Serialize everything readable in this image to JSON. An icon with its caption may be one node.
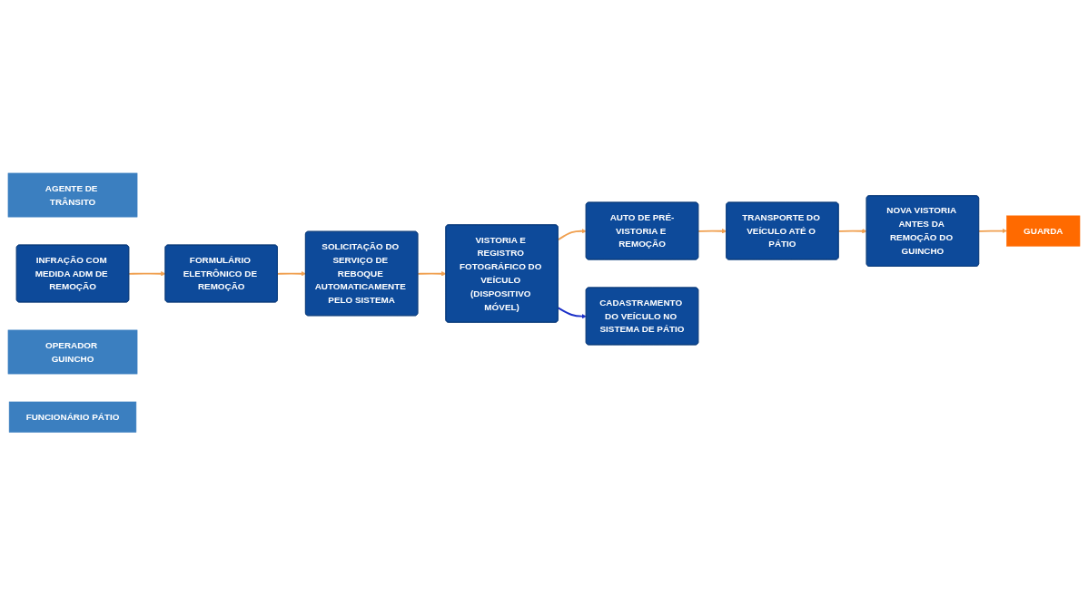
{
  "diagram": {
    "nodes": [
      {
        "text": [
          "AGENTE DE TRÂNSITO"
        ]
      },
      {
        "text": [
          "INFRAÇÃO COM MEDIDA ADM DE REMOÇÃO"
        ]
      },
      {
        "text": [
          "FORMULÁRIO ELETRÔNICO DE REMOÇÃO"
        ]
      },
      {
        "text": [
          "SOLICITAÇÃO DO SERVIÇO DE REBOQUE AUTOMATICAMENTE PELO SISTEMA"
        ]
      },
      {
        "text": [
          "OPERADOR GUINCHO"
        ]
      },
      {
        "text": [
          "VISTORIA E REGISTRO FOTOGRÁFICO DO VEÍCULO (DISPOSITIVO MÓVEL)"
        ]
      },
      {
        "text": [
          "FUNCIONÁRIO PÁTIO"
        ]
      },
      {
        "text": [
          "NOVA VISTORIA ANTES DA REMOÇÃO DO GUINCHO"
        ]
      },
      {
        "text": [
          "TRANSPORTE DO VEÍCULO ATÉ O PÁTIO"
        ]
      },
      {
        "text": [
          "AUTO DE PRÉ-VISTORIA E REMOÇÃO"
        ]
      },
      {
        "text": [
          "GUARDA"
        ]
      },
      {
        "text": [
          "CADASTRAMENTO DO VEÍCULO NO SISTEMA DE PÁTIO"
        ]
      }
    ],
    "edges": [
      {
        "from": 1,
        "to": 2,
        "arrow": "to"
      },
      {
        "from": 2,
        "to": 3,
        "arrow": "to"
      },
      {
        "from": 3,
        "to": 5,
        "arrow": "to"
      },
      {
        "from": 5,
        "to": 9,
        "arrow": "to"
      },
      {
        "from": 9,
        "to": 8,
        "arrow": "to"
      },
      {
        "from": 8,
        "to": 7,
        "arrow": "to"
      },
      {
        "from": 7,
        "to": 10,
        "arrow": "to"
      },
      {
        "from": 5,
        "to": 11,
        "arrow": "to",
        "color": "#1a2fc8"
      }
    ]
  }
}
